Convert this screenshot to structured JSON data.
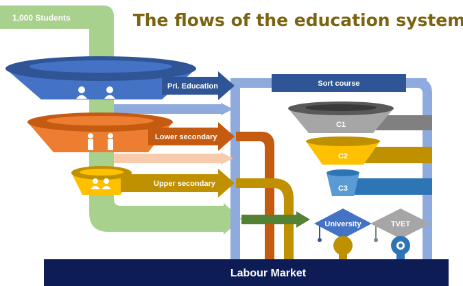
{
  "title": "The flows of the education system",
  "start_label": "1,000 Students",
  "levels": {
    "primary": "Pri. Education",
    "lower_secondary": "Lower secondary",
    "upper_secondary": "Upper secondary"
  },
  "short_course": {
    "header": "Sort course",
    "c1": "C1",
    "c2": "C2",
    "c3": "C3"
  },
  "tertiary": {
    "university": "University",
    "tvet": "TVET"
  },
  "bottom_bar": "Labour Market",
  "colors": {
    "title": "#7B6411",
    "main_flow": "#A9D18E",
    "primary": "#4472C4",
    "lower_secondary": "#ED7D31",
    "upper_secondary": "#FFC000",
    "upper_flow": "#BF9000",
    "labour_market": "#0D1C54",
    "university_flow": "#548235"
  },
  "icons": {
    "primary": "student-icon",
    "lower_secondary": "person-icon",
    "upper_secondary": "group-icon",
    "university": "graduation-cap-icon",
    "tvet": "gear-icon"
  }
}
